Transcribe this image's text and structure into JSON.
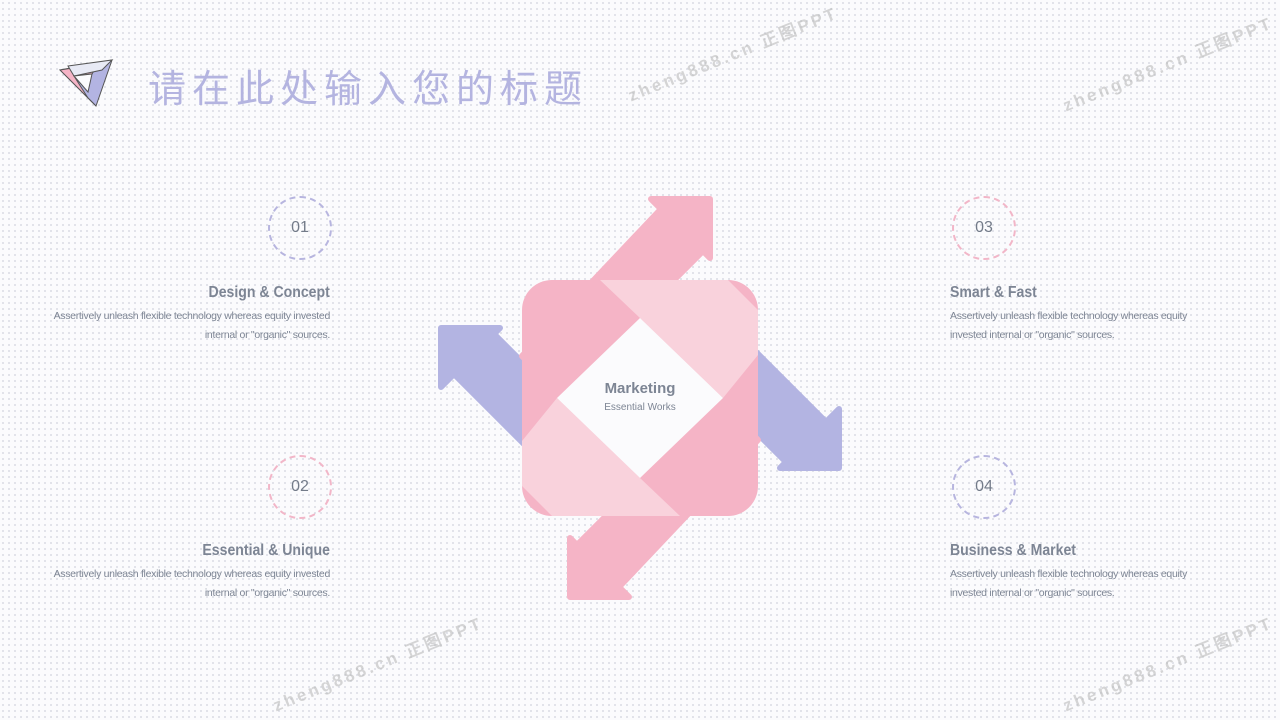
{
  "title": "请在此处输入您的标题",
  "center": {
    "title": "Marketing",
    "subtitle": "Essential Works"
  },
  "items": [
    {
      "number": "01",
      "heading": "Design & Concept",
      "text": "Assertively unleash flexible technology whereas equity invested internal or \"organic\" sources."
    },
    {
      "number": "02",
      "heading": "Essential & Unique",
      "text": "Assertively unleash flexible technology whereas equity invested internal or \"organic\" sources."
    },
    {
      "number": "03",
      "heading": "Smart & Fast",
      "text": "Assertively unleash flexible technology whereas equity invested internal or \"organic\" sources."
    },
    {
      "number": "04",
      "heading": "Business & Market",
      "text": "Assertively unleash flexible technology whereas equity invested internal or \"organic\" sources."
    }
  ],
  "watermark": "zheng888.cn 正图PPT",
  "colors": {
    "pink": "#f5b4c6",
    "light_pink": "#f9d2dc",
    "purple": "#b3b4e2",
    "text": "#7d8594"
  }
}
